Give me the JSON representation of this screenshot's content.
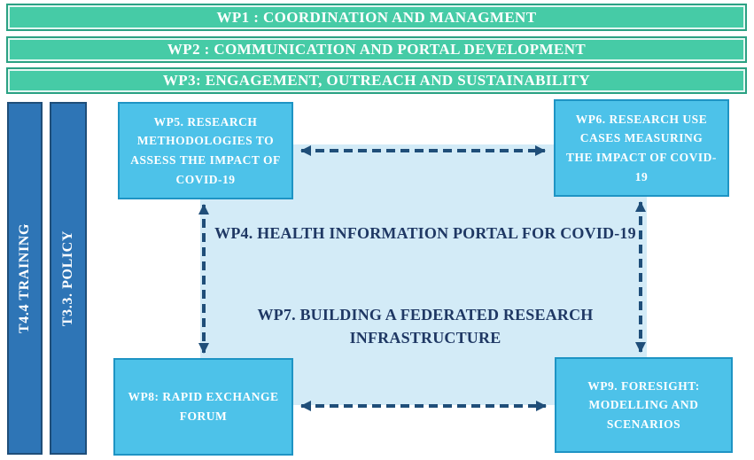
{
  "top_bars": [
    {
      "id": "wp1",
      "label": "WP1 : COORDINATION AND MANAGMENT"
    },
    {
      "id": "wp2",
      "label": "WP2 : COMMUNICATION AND PORTAL DEVELOPMENT"
    },
    {
      "id": "wp3",
      "label": "WP3: ENGAGEMENT, OUTREACH AND SUSTAINABILITY"
    }
  ],
  "side_bars": [
    {
      "id": "t44",
      "label": "T4.4 TRAINING"
    },
    {
      "id": "t33",
      "label": "T3.3. POLICY"
    }
  ],
  "corner_boxes": {
    "wp5": {
      "label": "WP5. RESEARCH METHODOLOGIES TO ASSESS THE IMPACT OF COVID-19"
    },
    "wp6": {
      "label": "WP6. RESEARCH USE CASES MEASURING THE IMPACT OF COVID-19"
    },
    "wp8": {
      "label": "WP8: RAPID EXCHANGE FORUM"
    },
    "wp9": {
      "label": "WP9. FORESIGHT: MODELLING AND SCENARIOS"
    }
  },
  "center_box": {
    "wp4_label": "WP4. HEALTH INFORMATION PORTAL FOR COVID-19",
    "wp7_label": "WP7. BUILDING A FEDERATED RESEARCH INFRASTRUCTURE"
  },
  "connections": [
    {
      "from": "wp5",
      "to": "wp6",
      "style": "dashed",
      "arrowheads": "both"
    },
    {
      "from": "wp5",
      "to": "wp8",
      "style": "dashed",
      "arrowheads": "both"
    },
    {
      "from": "wp6",
      "to": "wp9",
      "style": "dashed",
      "arrowheads": "both"
    },
    {
      "from": "wp8",
      "to": "wp9",
      "style": "dashed",
      "arrowheads": "both"
    }
  ],
  "colors": {
    "green_bar_fill": "#46cba6",
    "green_bar_border": "#2aa183",
    "blue_bar_fill": "#2e75b6",
    "blue_bar_border": "#1f4e79",
    "corner_box_fill": "#4dc2e9",
    "corner_box_border": "#1e94c4",
    "center_box_fill": "#d3ebf7",
    "navy_text": "#1f3864",
    "arrow_color": "#1f4e79",
    "bar_text": "#ffffff"
  }
}
